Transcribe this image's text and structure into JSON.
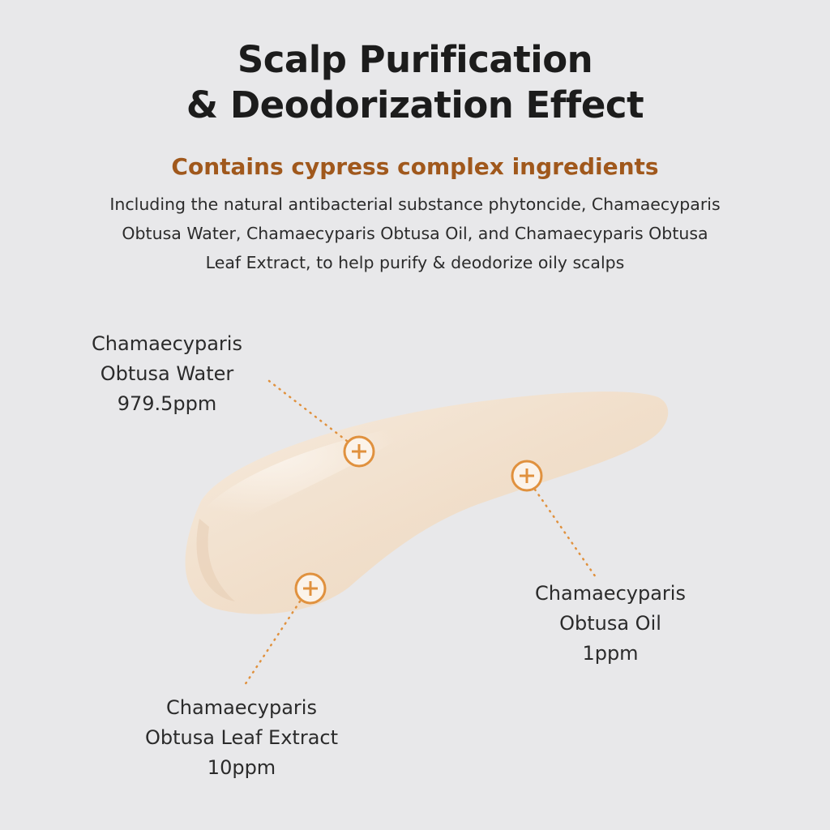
{
  "header": {
    "title_line1": "Scalp Purification",
    "title_line2": "& Deodorization Effect",
    "subtitle": "Contains cypress complex ingredients",
    "description_lines": [
      "Including the natural antibacterial substance phytoncide, Chamaecyparis",
      "Obtusa Water, Chamaecyparis Obtusa Oil, and Chamaecyparis Obtusa",
      "Leaf Extract, to help purify & deodorize oily scalps"
    ]
  },
  "ingredients": [
    {
      "line1": "Chamaecyparis",
      "line2": "Obtusa Water",
      "amount": "979.5ppm"
    },
    {
      "line1": "Chamaecyparis",
      "line2": "Obtusa Oil",
      "amount": "1ppm"
    },
    {
      "line1": "Chamaecyparis",
      "line2": "Obtusa Leaf Extract",
      "amount": "10ppm"
    }
  ],
  "colors": {
    "background": "#e8e8ea",
    "title": "#1c1c1c",
    "accent": "#a0581c",
    "marker": "#e0913e",
    "cream": "#f1dfcb"
  },
  "icons": [
    "plus-marker-icon"
  ]
}
